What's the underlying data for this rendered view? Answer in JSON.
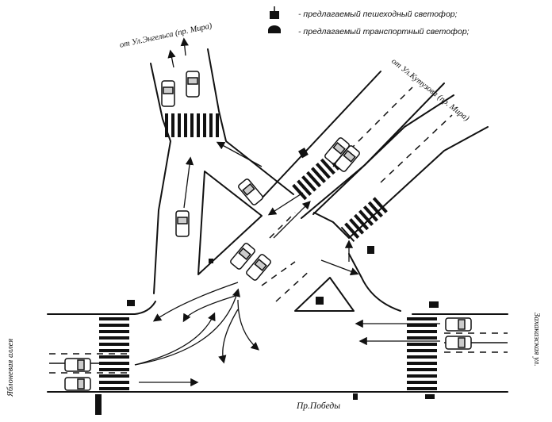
{
  "legend": {
    "pedestrian_signal": "- предлагаемый пешеходный светофор;",
    "traffic_signal": "- предлагаемый транспортный светофор;"
  },
  "streets": {
    "north_road": "от Ул.Энгельса (пр. Мира)",
    "northeast_road": "от Ул.Кутузова (пр. Мира)",
    "west_road": "Яблоневая аллея",
    "east_road": "Захаказская ул.",
    "main_road": "Пр.Победы"
  }
}
